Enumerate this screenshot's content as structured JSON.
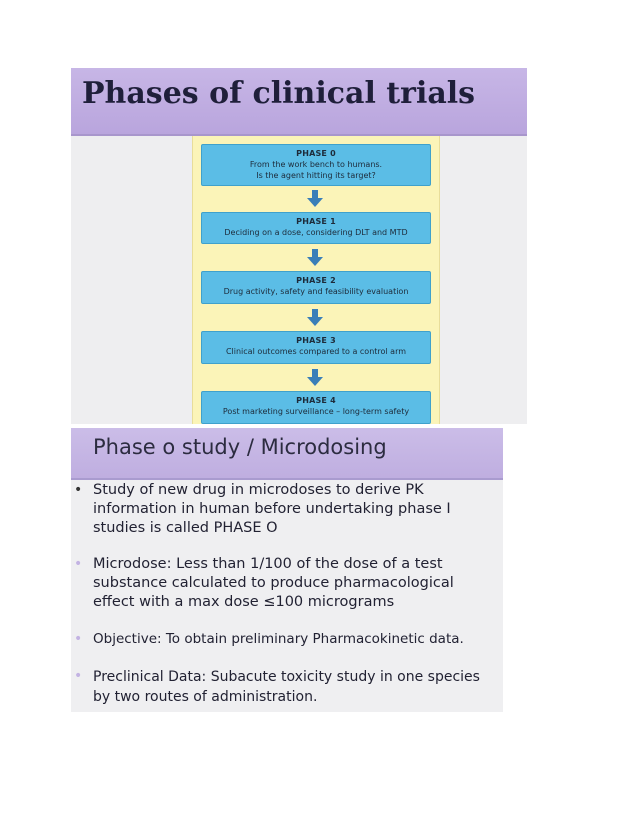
{
  "slide1": {
    "title": "Phases  of clinical trials",
    "phases": [
      {
        "title": "PHASE 0",
        "lines": [
          "From the work bench to humans.",
          "Is the agent hitting its target?"
        ]
      },
      {
        "title": "PHASE 1",
        "lines": [
          "Deciding on a dose, considering DLT and MTD"
        ]
      },
      {
        "title": "PHASE 2",
        "lines": [
          "Drug activity, safety and feasibility evaluation"
        ]
      },
      {
        "title": "PHASE 3",
        "lines": [
          "Clinical outcomes compared to a control arm"
        ]
      },
      {
        "title": "PHASE 4",
        "lines": [
          "Post marketing surveillance – long-term safety"
        ]
      }
    ],
    "colors": {
      "header": "#b9a5dd",
      "panel": "#fbf4b8",
      "box": "#5bbde6",
      "arrow": "#3a7fb8"
    }
  },
  "slide2": {
    "title": "Phase o study / Microdosing",
    "bullets": [
      {
        "dot": "•",
        "dot_color": "#333333",
        "lines": [
          "Study of new drug in microdoses to derive PK",
          "information in human before undertaking phase I",
          "studies is called PHASE O"
        ]
      },
      {
        "dot": "•",
        "dot_color": "#c3b3e3",
        "lines": [
          "Microdose: Less than 1/100 of the dose of a test",
          "substance calculated to produce pharmacological",
          "effect with a max dose ≤100 micrograms"
        ]
      },
      {
        "dot": "•",
        "dot_color": "#c3b3e3",
        "lines": [
          "Objective: To obtain preliminary Pharmacokinetic data."
        ]
      },
      {
        "dot": "•",
        "dot_color": "#c3b3e3",
        "lines": [
          "Preclinical Data: Subacute toxicity study in one species",
          "by two routes of administration."
        ]
      }
    ]
  }
}
